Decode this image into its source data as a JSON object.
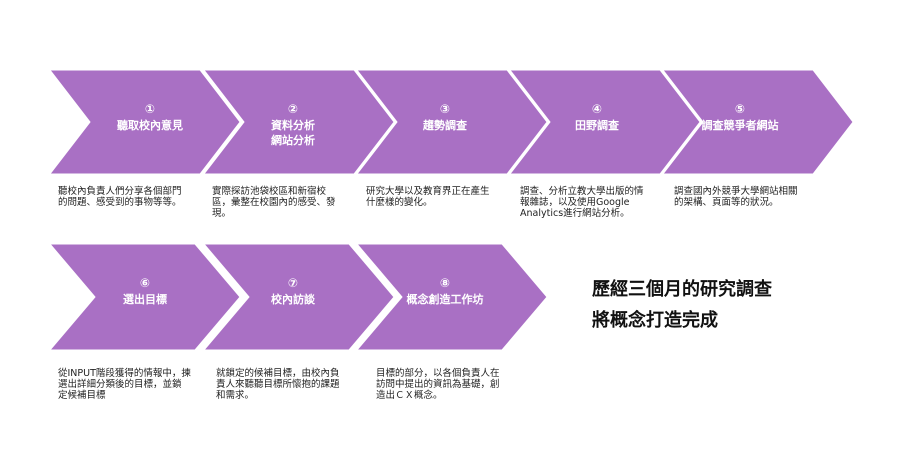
{
  "colors": {
    "chevron": "#a970c4",
    "text_on_chevron": "#ffffff",
    "body_text": "#222222"
  },
  "steps": [
    {
      "num": "①",
      "title": "聽取校內意見",
      "desc": "聽校內負責人們分享各個部門\n的問題、感受到的事物等等。"
    },
    {
      "num": "②",
      "title": "資料分析\n網站分析",
      "desc": "實際探訪池袋校區和新宿校\n區，彙整在校園內的感受、發\n現。"
    },
    {
      "num": "③",
      "title": "趨勢調查",
      "desc": "研究大學以及教育界正在產生\n什麼樣的變化。"
    },
    {
      "num": "④",
      "title": "田野調查",
      "desc": "調查、分析立教大學出版的情\n報雜誌，以及使用Google\nAnalytics進行網站分析。"
    },
    {
      "num": "⑤",
      "title": "調查競爭者網站",
      "desc": "調查國內外競爭大學網站相關\n的架構、頁面等的狀況。"
    },
    {
      "num": "⑥",
      "title": "選出目標",
      "desc": "從INPUT階段獲得的情報中，揀\n選出詳細分類後的目標，並鎖\n定候補目標"
    },
    {
      "num": "⑦",
      "title": "校內訪談",
      "desc": "就鎖定的候補目標，由校內負\n責人來聽聽目標所懷抱的課題\n和需求。"
    },
    {
      "num": "⑧",
      "title": "概念創造工作坊",
      "desc": "目標的部分，以各個負責人在\n訪問中提出的資訊為基礎，創\n造出ＣＸ概念。"
    }
  ],
  "conclusion": "歷經三個月的研究調查\n將概念打造完成"
}
